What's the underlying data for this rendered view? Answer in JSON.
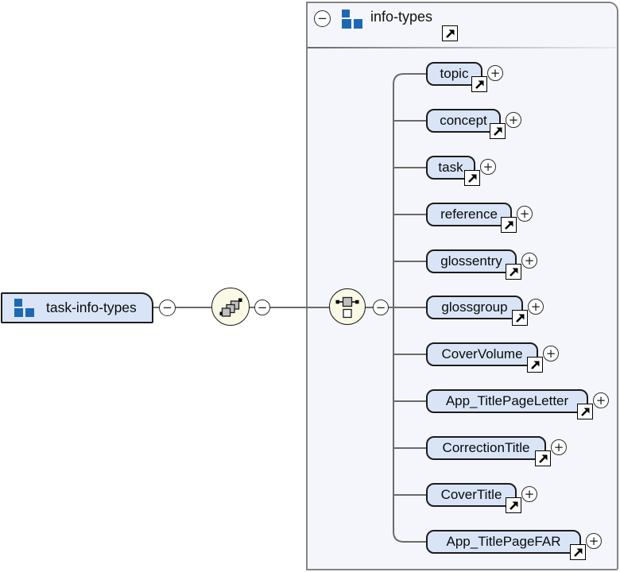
{
  "root_element": {
    "label": "task-info-types"
  },
  "group": {
    "label": "info-types",
    "children": [
      {
        "label": "topic"
      },
      {
        "label": "concept"
      },
      {
        "label": "task"
      },
      {
        "label": "reference"
      },
      {
        "label": "glossentry"
      },
      {
        "label": "glossgroup"
      },
      {
        "label": "CoverVolume"
      },
      {
        "label": "App_TitlePageLetter"
      },
      {
        "label": "CorrectionTitle"
      },
      {
        "label": "CoverTitle"
      },
      {
        "label": "App_TitlePageFAR"
      }
    ]
  },
  "icons": {
    "minus": "−",
    "plus": "+",
    "goto_arrow": "northeast-arrow"
  },
  "colors": {
    "node_fill": "#d9e5f7",
    "panel_fill": "#f5f6fb",
    "compositor_fill": "#f9f9e6",
    "group_icon_blue": "#1e68b2",
    "wire": "#6b6b6b"
  }
}
